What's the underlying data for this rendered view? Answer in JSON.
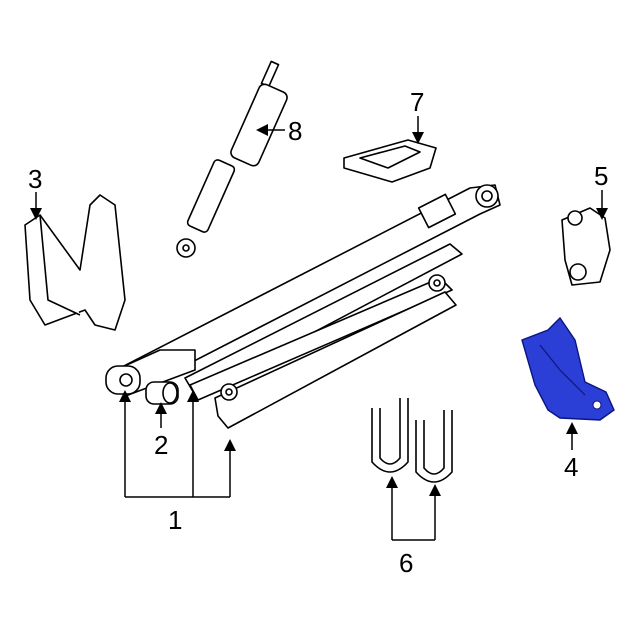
{
  "diagram": {
    "callouts": [
      {
        "id": "1",
        "text": "1",
        "part": "leaf-spring-assembly"
      },
      {
        "id": "2",
        "text": "2",
        "part": "bushing"
      },
      {
        "id": "3",
        "text": "3",
        "part": "front-hanger-bracket"
      },
      {
        "id": "4",
        "text": "4",
        "part": "rear-bracket-highlighted"
      },
      {
        "id": "5",
        "text": "5",
        "part": "shackle"
      },
      {
        "id": "6",
        "text": "6",
        "part": "u-bolts"
      },
      {
        "id": "7",
        "text": "7",
        "part": "spring-plate"
      },
      {
        "id": "8",
        "text": "8",
        "part": "shock-absorber"
      }
    ],
    "highlight_color": "#2b3fd6"
  }
}
